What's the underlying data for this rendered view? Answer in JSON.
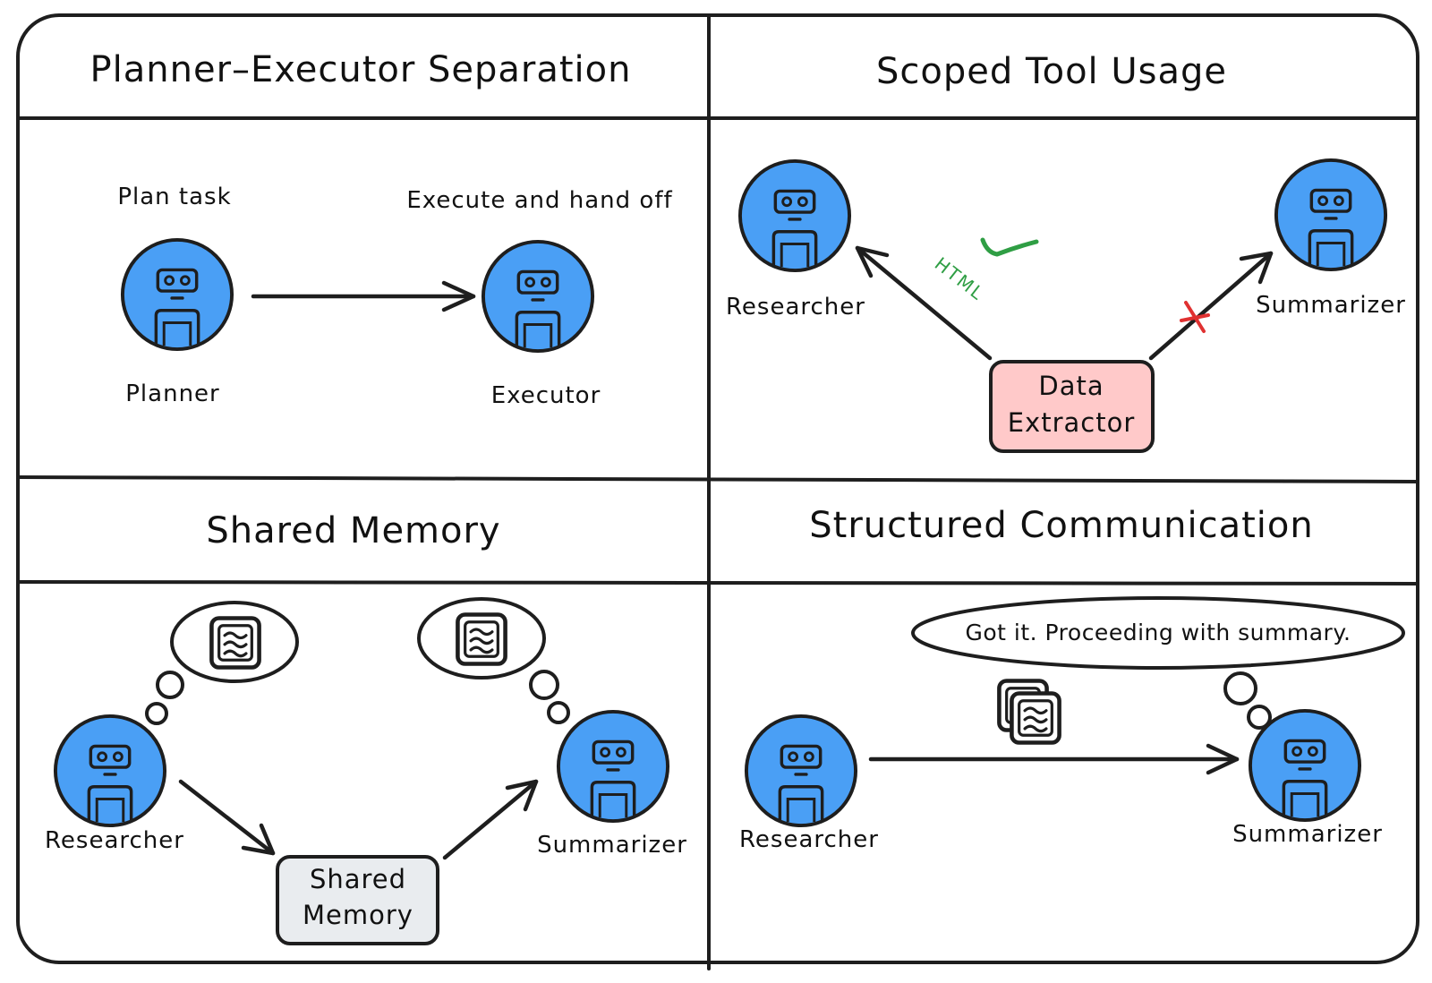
{
  "colors": {
    "agent_fill": "#4a9ff5",
    "outline": "#1e1e1e",
    "extractor_fill": "#ffc9c9",
    "memory_fill": "#e9ecef",
    "check_green": "#2f9e44",
    "cross_red": "#e03131"
  },
  "icons": {
    "agent": "robot-agent-icon",
    "document": "document-icon",
    "check": "check-icon",
    "cross": "cross-icon"
  },
  "panels": {
    "planner_executor": {
      "title": "Planner–Executor Separation",
      "planner_caption": "Plan task",
      "executor_caption": "Execute and hand off",
      "planner_label": "Planner",
      "executor_label": "Executor"
    },
    "scoped_tool_usage": {
      "title": "Scoped Tool Usage",
      "researcher_label": "Researcher",
      "summarizer_label": "Summarizer",
      "tool_label_line1": "Data",
      "tool_label_line2": "Extractor",
      "allowed_tag": "HTML"
    },
    "shared_memory": {
      "title": "Shared Memory",
      "researcher_label": "Researcher",
      "summarizer_label": "Summarizer",
      "memory_label_line1": "Shared",
      "memory_label_line2": "Memory"
    },
    "structured_communication": {
      "title": "Structured Communication",
      "researcher_label": "Researcher",
      "summarizer_label": "Summarizer",
      "reply_text": "Got it. Proceeding with summary."
    }
  }
}
